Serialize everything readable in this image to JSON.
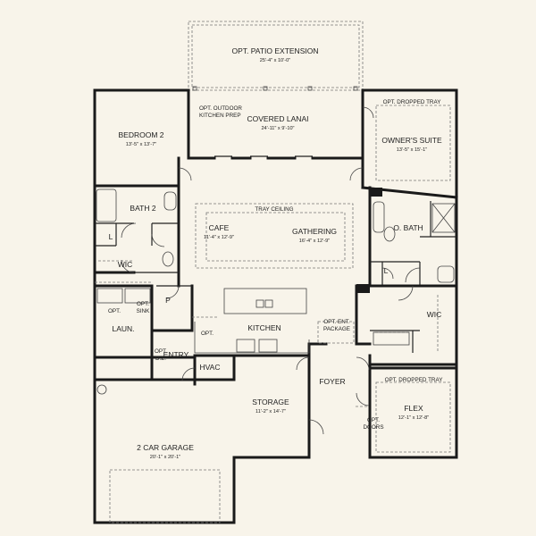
{
  "rooms": {
    "patio": {
      "name": "OPT. PATIO EXTENSION",
      "dim": "25'-4\" x 10'-0\""
    },
    "lanai": {
      "name": "COVERED LANAI",
      "dim": "24'-11\" x 9'-10\""
    },
    "outdoor_kitchen": {
      "line1": "OPT. OUTDOOR",
      "line2": "KITCHEN PREP"
    },
    "bedroom2": {
      "name": "BEDROOM 2",
      "dim": "13'-5\" x 13'-7\""
    },
    "owners_suite": {
      "tray": "OPT. DROPPED TRAY",
      "name": "OWNER'S SUITE",
      "dim": "13'-5\" x 15'-1\""
    },
    "bath2": {
      "name": "BATH 2"
    },
    "tray_ceiling": {
      "name": "TRAY CEILING"
    },
    "cafe": {
      "name": "CAFE",
      "dim": "11'-4\" x 12'-9\""
    },
    "gathering": {
      "name": "GATHERING",
      "dim": "16'-4\" x 12'-9\""
    },
    "obath": {
      "name": "O. BATH"
    },
    "linen_l1": "L",
    "linen_l2": "L",
    "wic_left": {
      "name": "WIC"
    },
    "wic_right": {
      "name": "WIC"
    },
    "pantry": {
      "name": "P"
    },
    "opt_left": "OPT.",
    "opt_sink": {
      "line1": "OPT.",
      "line2": "SINK"
    },
    "laundry": {
      "name": "LAUN."
    },
    "kitchen": {
      "name": "KITCHEN"
    },
    "opt_kitchen": "OPT.",
    "ent_package": {
      "line1": "OPT. ENT.",
      "line2": "PACKAGE"
    },
    "entry": {
      "name": "ENTRY"
    },
    "opt_dz": {
      "line1": "OPT.",
      "line2": "D.Z."
    },
    "hvac": {
      "name": "HVAC"
    },
    "storage": {
      "name": "STORAGE",
      "dim": "11'-2\" x 14'-7\""
    },
    "foyer": {
      "name": "FOYER"
    },
    "flex": {
      "tray": "OPT. DROPPED TRAY",
      "name": "FLEX",
      "dim": "12'-1\" x 12'-8\""
    },
    "opt_doors": {
      "line1": "OPT.",
      "line2": "DOORS"
    },
    "garage": {
      "name": "2 CAR GARAGE",
      "dim": "20'-1\" x 20'-1\""
    }
  }
}
